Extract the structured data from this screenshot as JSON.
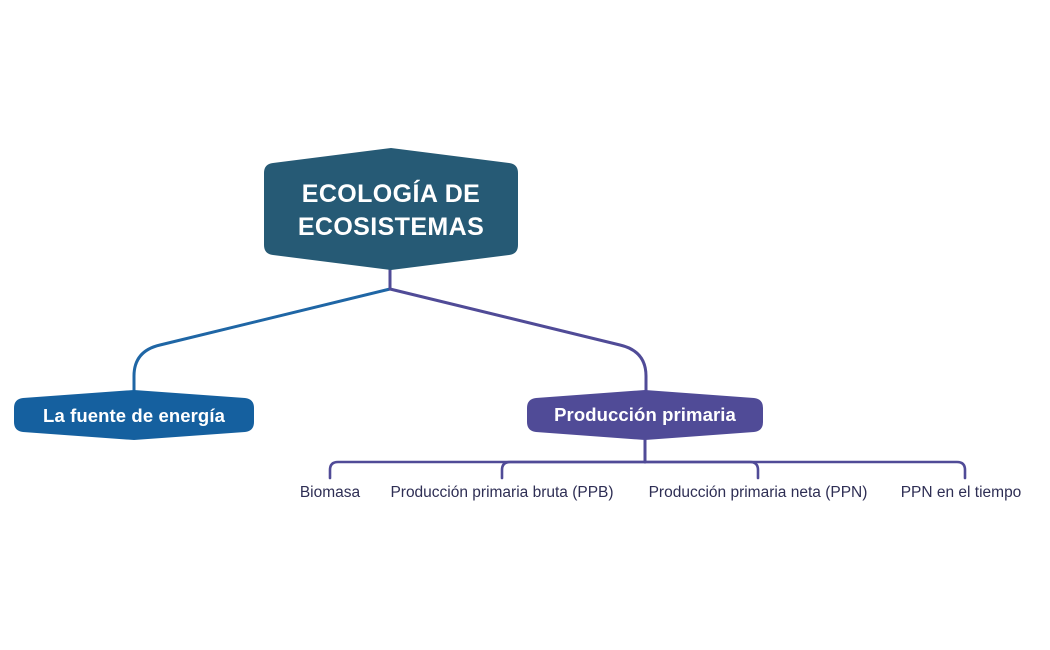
{
  "diagram": {
    "type": "mind-map",
    "title": "ECOLOGÍA DE ECOSISTEMAS",
    "background_color": "#ffffff",
    "root": {
      "label_line1": "ECOLOGÍA DE",
      "label_line2": "ECOSISTEMAS",
      "fill_color": "#265a75",
      "text_color": "#ffffff"
    },
    "children": [
      {
        "label": "La fuente de energía",
        "fill_color": "#15609f",
        "text_color": "#ffffff",
        "connector_color": "#1f66a5"
      },
      {
        "label": "Producción primaria",
        "fill_color": "#504b97",
        "text_color": "#ffffff",
        "connector_color": "#504b97"
      }
    ],
    "leaves": [
      {
        "label": "Biomasa"
      },
      {
        "label": "Producción primaria bruta (PPB)"
      },
      {
        "label": "Producción primaria neta (PPN)"
      },
      {
        "label": "PPN en el tiempo"
      }
    ],
    "leaf_text_color": "#2e2e54",
    "leaf_connector_color": "#504b97"
  }
}
